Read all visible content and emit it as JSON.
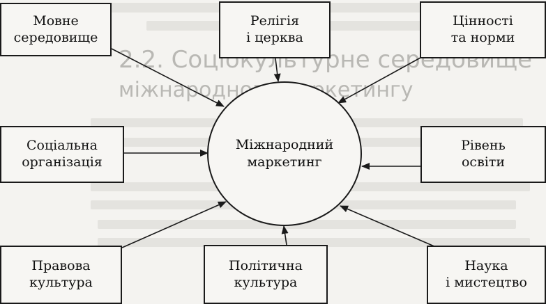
{
  "diagram": {
    "center": "Міжнародний\nмаркетинг",
    "factors": [
      {
        "id": "language",
        "label": "Мовне\nсередовище"
      },
      {
        "id": "religion",
        "label": "Релігія\nі церква"
      },
      {
        "id": "values",
        "label": "Цінності\nта норми"
      },
      {
        "id": "social",
        "label": "Соціальна\nорганізація"
      },
      {
        "id": "education",
        "label": "Рівень\nосвіти"
      },
      {
        "id": "legal",
        "label": "Правова\nкультура"
      },
      {
        "id": "political",
        "label": "Політична\nкультура"
      },
      {
        "id": "science",
        "label": "Наука\nі мистецтво"
      }
    ]
  },
  "background_text": {
    "heading_1": "2.2. Соціокультурне середовище",
    "heading_2": "міжнародного маркетингу"
  }
}
